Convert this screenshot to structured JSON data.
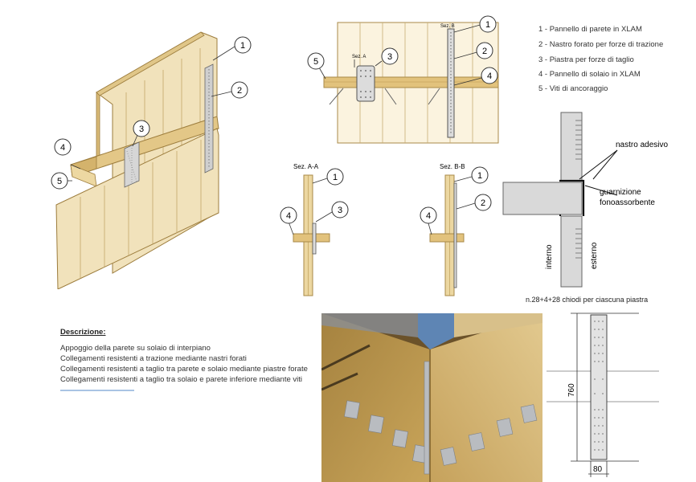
{
  "legend": [
    "1 - Pannello di parete in XLAM",
    "2 - Nastro forato per forze di trazione",
    "3 - Piastra per forze di taglio",
    "4 - Pannello di solaio in XLAM",
    "5 - Viti di ancoraggio"
  ],
  "section_labels": {
    "aa": "Sez. A-A",
    "bb": "Sez. B-B",
    "top_a": "Sez. A",
    "top_b": "Sez. B"
  },
  "numbers": {
    "n1": "1",
    "n2": "2",
    "n3": "3",
    "n4": "4",
    "n5": "5"
  },
  "detail": {
    "tape": "nastro adesivo",
    "gasket_1": "guarnizione",
    "gasket_2": "fonoassorbente",
    "interior": "interno",
    "exterior": "esterno"
  },
  "description": {
    "title": "Descrizione:",
    "lines": [
      "Appoggio della parete su solaio di interpiano",
      "Collegamenti resistenti a trazione mediante nastri forati",
      "Collegamenti resistenti a taglio tra parete e solaio mediante piastre forate",
      "Collegamenti resistenti a taglio tra solaio e parete inferiore mediante viti"
    ]
  },
  "plate": {
    "caption": "n.28+4+28 chiodi per ciascuna piastra",
    "height": "760",
    "width": "80"
  },
  "colors": {
    "wood": "#ead7a6",
    "wood_edge": "#b08d4a",
    "concrete": "#d9d9d9",
    "ink": "#333333"
  }
}
